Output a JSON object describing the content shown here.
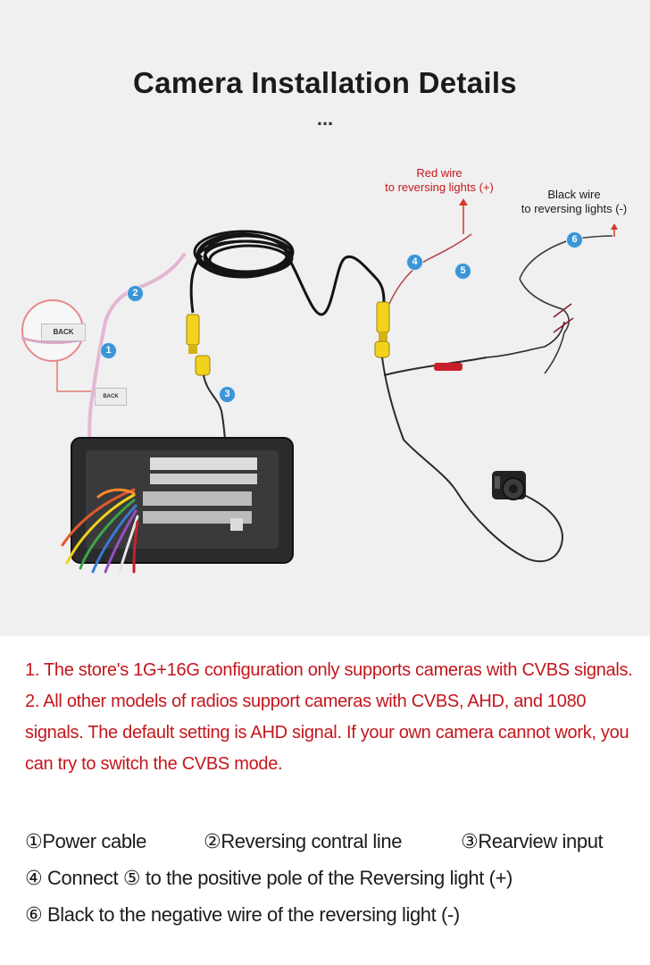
{
  "header": {
    "title": "Camera Installation Details",
    "dots": "..."
  },
  "annotations": {
    "red_wire": "Red wire",
    "red_wire_detail": "to reversing lights (+)",
    "black_wire": "Black wire",
    "black_wire_detail": "to reversing lights (-)"
  },
  "labels": {
    "back_zoom": "BACK",
    "back_tag": "BACK"
  },
  "badges": [
    "1",
    "2",
    "3",
    "4",
    "5",
    "6"
  ],
  "colors": {
    "badge": "#3c95d6",
    "note_text": "#c4161c",
    "red_wire": "#c8202a",
    "rca_yellow": "#f2d21c",
    "arrow_red": "#d43a2c"
  },
  "notes": [
    "1. The store's 1G+16G configuration only supports cameras with CVBS signals.",
    "2. All other models of radios support cameras with CVBS, AHD, and 1080 signals. The default setting is AHD signal. If your own camera cannot work, you can try to switch the CVBS mode."
  ],
  "legend": {
    "item1": "①Power cable",
    "item2": "②Reversing contral line",
    "item3": "③Rearview input",
    "item4": "④ Connect ⑤ to the positive pole of the Reversing light (+)",
    "item6": "⑥ Black to the negative wire of the reversing light (-)"
  }
}
